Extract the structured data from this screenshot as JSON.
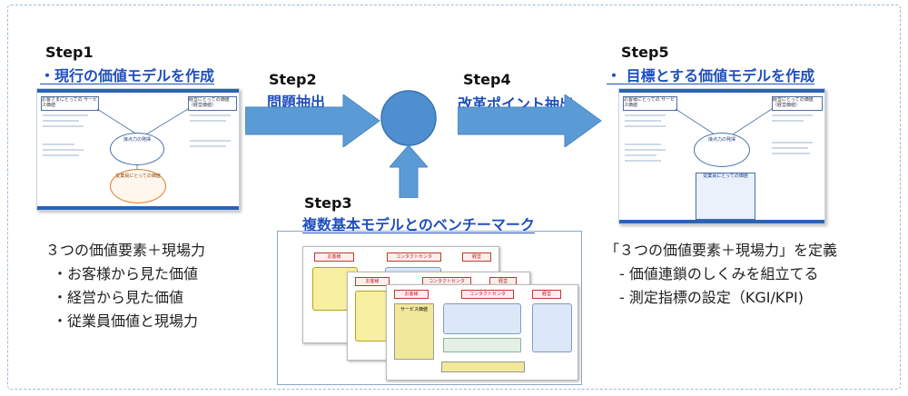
{
  "steps": {
    "step1": {
      "label": "Step1",
      "title": "・現行の価値モデルを作成"
    },
    "step2": {
      "label": "Step2",
      "title": "問題抽出"
    },
    "step3": {
      "label": "Step3",
      "title": "複数基本モデルとのベンチーマーク"
    },
    "step4": {
      "label": "Step4",
      "title": "改革ポイント抽出"
    },
    "step5": {
      "label": "Step5",
      "title": "・ 目標とする価値モデルを作成"
    }
  },
  "left_text": {
    "heading": "３つの価値要素＋現場力",
    "bullets": [
      "・お客様から見た価値",
      "・経営から見た価値",
      "・従業員価値と現場力"
    ]
  },
  "right_text": {
    "heading": "「３つの価値要素＋現場力」を定義",
    "bullets": [
      "- 価値連鎖のしくみを組立てる",
      "- 測定指標の設定（KGI/KPI)"
    ]
  },
  "thumb_left": {
    "box_customer": "お客さまにとっての\nサービス価値",
    "box_management": "経営にとっての価値\n（経営価値）",
    "oval_center": "接点力の発揮",
    "oval_employee": "従業員にとっての価値"
  },
  "thumb_right": {
    "box_customer": "お客様にとっての\nサービス価値",
    "box_management": "経営にとっての価値\n（経営価値）",
    "oval_center": "接点力の発揮",
    "box_employee": "従業員にとっての価値"
  },
  "slides": {
    "back": [
      "お客様",
      "コンタクトセンタ",
      "経営"
    ],
    "mid": [
      "お客様",
      "コンタクトセンタ",
      "経営"
    ],
    "front": [
      "お客様",
      "コンタクトセンタ",
      "経営"
    ],
    "yellow_label": "サービス価値"
  },
  "colors": {
    "arrow": "#5b9bd5",
    "circle": "#4f8fcf",
    "accent": "#1f4fbf"
  }
}
